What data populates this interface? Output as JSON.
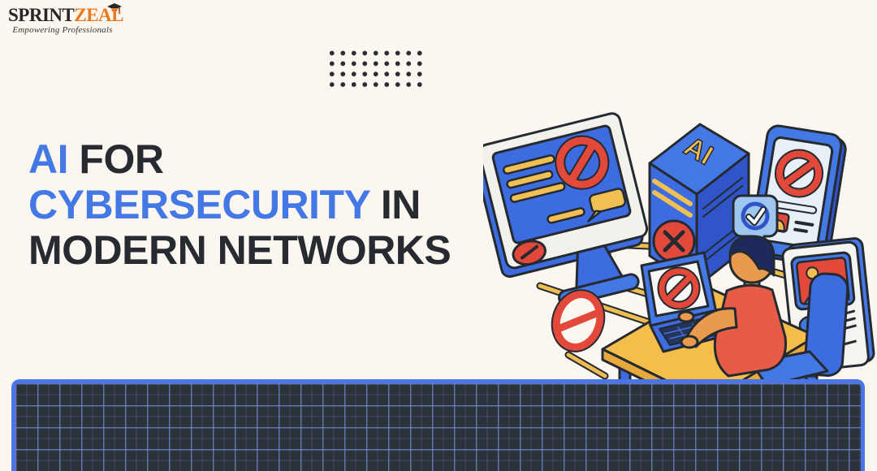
{
  "brand": {
    "name_primary": "SPRINT",
    "name_secondary": "ZEAL",
    "tagline": "Empowering Professionals"
  },
  "heading": {
    "line1_accent": "AI",
    "line1_rest": "FOR",
    "line2_accent": "CYBERSECURITY",
    "line2_rest": "IN",
    "line3": "MODERN NETWORKS"
  },
  "illustration": {
    "server_label": "AI"
  },
  "colors": {
    "background": "#FBF7F0",
    "heading_accent": "#4478E4",
    "heading_text": "#272B31",
    "brand_primary": "#2B2523",
    "brand_accent": "#E8791E",
    "illustration_blue": "#3D6BE0",
    "illustration_red": "#E2493B",
    "illustration_yellow": "#F0C054",
    "footer_bg": "#2A333A",
    "footer_border": "#4A75E6",
    "footer_grid_line": "#7A8AD8"
  }
}
